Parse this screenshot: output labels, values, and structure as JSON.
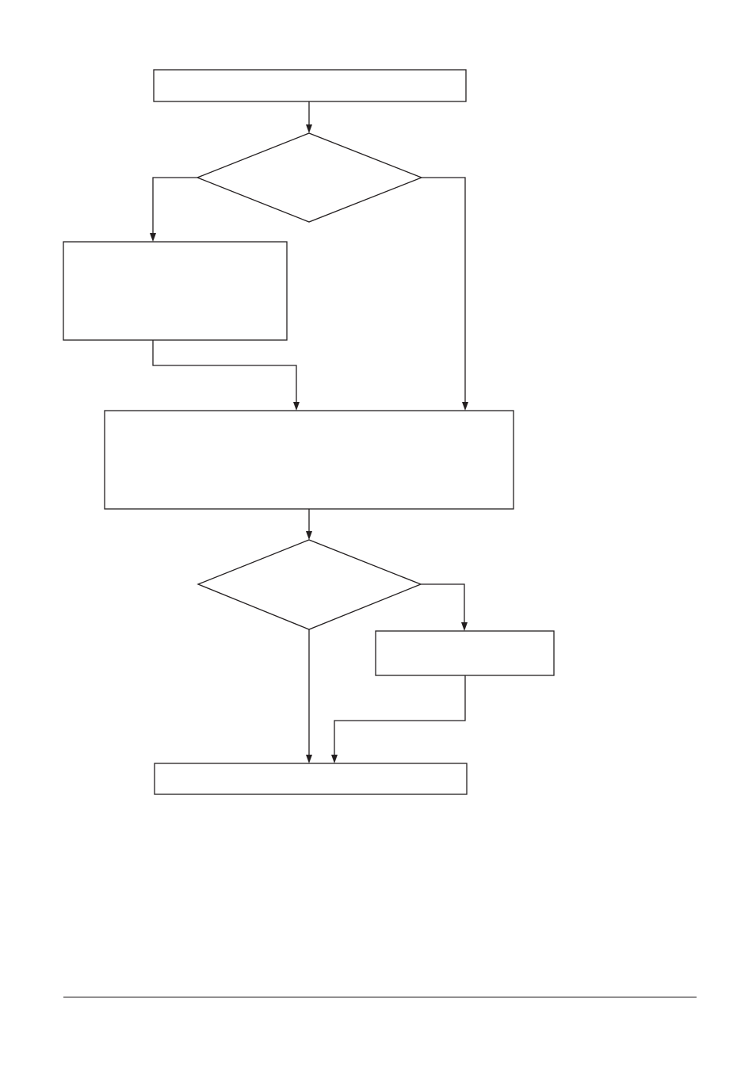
{
  "diagram": {
    "type": "flowchart",
    "nodes": [
      {
        "id": "start-step",
        "shape": "rectangle",
        "label": ""
      },
      {
        "id": "decision-1",
        "shape": "diamond",
        "label": ""
      },
      {
        "id": "left-branch-step",
        "shape": "rectangle",
        "label": ""
      },
      {
        "id": "main-step",
        "shape": "rectangle",
        "label": ""
      },
      {
        "id": "decision-2",
        "shape": "diamond",
        "label": ""
      },
      {
        "id": "right-branch-step",
        "shape": "rectangle",
        "label": ""
      },
      {
        "id": "end-step",
        "shape": "rectangle",
        "label": ""
      }
    ],
    "edges": [
      {
        "from": "start-step",
        "to": "decision-1",
        "label": ""
      },
      {
        "from": "decision-1",
        "to": "left-branch-step",
        "label": ""
      },
      {
        "from": "decision-1",
        "to": "main-step",
        "label": ""
      },
      {
        "from": "left-branch-step",
        "to": "main-step",
        "label": ""
      },
      {
        "from": "main-step",
        "to": "decision-2",
        "label": ""
      },
      {
        "from": "decision-2",
        "to": "end-step",
        "label": ""
      },
      {
        "from": "decision-2",
        "to": "right-branch-step",
        "label": ""
      },
      {
        "from": "right-branch-step",
        "to": "end-step",
        "label": ""
      }
    ]
  },
  "colors": {
    "stroke": "#231f20",
    "background": "#ffffff"
  }
}
